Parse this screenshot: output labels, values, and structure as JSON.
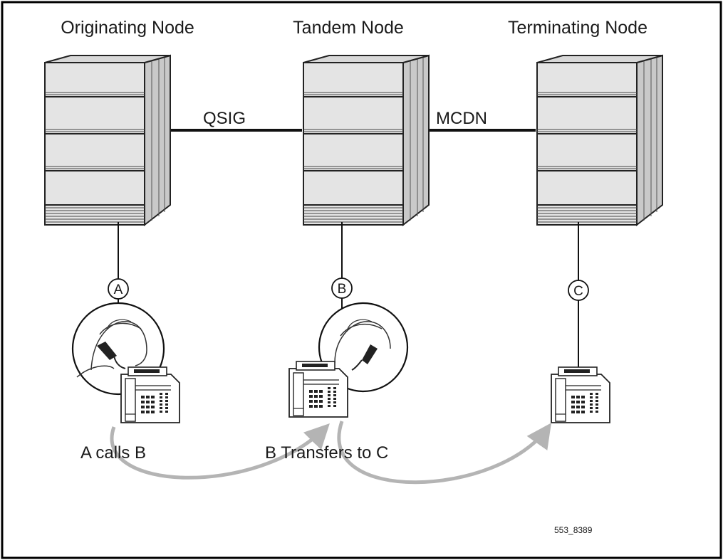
{
  "nodes": [
    {
      "title": "Originating Node",
      "station": "A"
    },
    {
      "title": "Tandem Node",
      "station": "B"
    },
    {
      "title": "Terminating Node",
      "station": "C"
    }
  ],
  "links": [
    {
      "label": "QSIG"
    },
    {
      "label": "MCDN"
    }
  ],
  "captions": {
    "call": "A calls B",
    "transfer": "B Transfers to C"
  },
  "figure_ref": "553_8389",
  "colors": {
    "frame": "#000000",
    "line": "#111111",
    "cabinet_face": "#e4e4e4",
    "cabinet_side": "#c9c9c9",
    "arrow": "#b4b4b4"
  },
  "icons": [
    "server-cabinet-icon",
    "telephone-icon",
    "person-on-phone-icon"
  ]
}
